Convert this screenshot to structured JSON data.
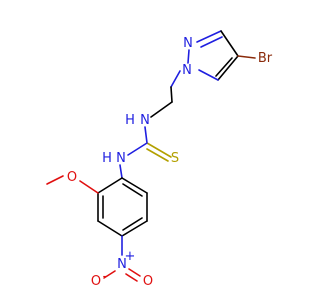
{
  "colors": {
    "carbon": "#000000",
    "nitrogen": "#1f1fe0",
    "oxygen": "#e01010",
    "sulfur": "#b3a000",
    "bromine": "#8a2a0a",
    "background": "#ffffff"
  },
  "atoms": {
    "pyrazole_n2": "N",
    "pyrazole_n1": "N",
    "bromine": "Br",
    "thiourea_nh_upper": "H",
    "thiourea_n_upper": "N",
    "thiourea_nh_lower": "H",
    "thiourea_n_lower": "N",
    "sulfur": "S",
    "methoxy_o": "O",
    "nitro_n": "N",
    "nitro_plus": "+",
    "nitro_o_left": "O",
    "nitro_o_left_minus": "-",
    "nitro_o_right": "O"
  }
}
